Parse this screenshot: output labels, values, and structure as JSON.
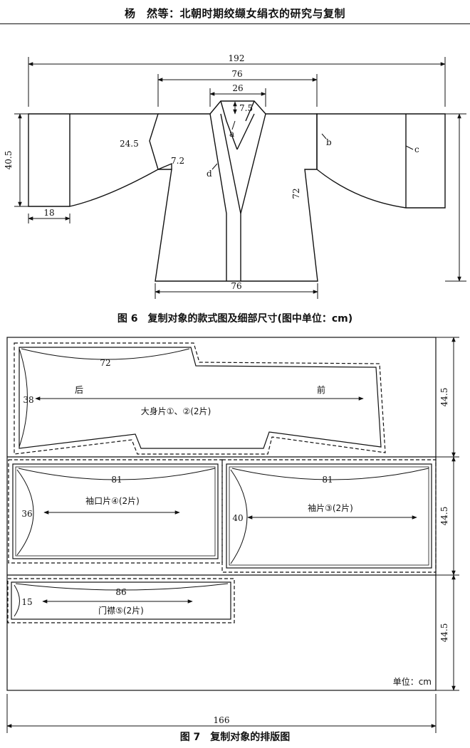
{
  "header": {
    "title": "杨　然等：北朝时期绞缬女绢衣的研究与复制"
  },
  "figure6": {
    "caption": "图 6　复制对象的款式图及细部尺寸(图中单位：cm)",
    "dims": {
      "total_width": "192",
      "body_width_top": "76",
      "neck_width": "26",
      "neck_depth": "7.5",
      "sleeve_length": "40.5",
      "cuff_width": "18",
      "armhole": "24.5",
      "underarm": "7.2",
      "body_length": "72",
      "hem_width": "76"
    },
    "labels": {
      "a": "a",
      "b": "b",
      "c": "c",
      "d": "d"
    }
  },
  "figure7": {
    "caption": "图 7　复制对象的排版图",
    "unit": "单位：cm",
    "total_width": "166",
    "row_heights": [
      "44.5",
      "44.5",
      "44.5"
    ],
    "pieces": {
      "body": {
        "length": "72",
        "width": "38",
        "back": "后",
        "front": "前",
        "name": "大身片①、②(2片)"
      },
      "cuff": {
        "length": "81",
        "width": "36",
        "name": "袖口片④(2片)"
      },
      "sleeve": {
        "length": "81",
        "width": "40",
        "name": "袖片③(2片)"
      },
      "placket": {
        "length": "86",
        "width": "15",
        "name": "门襟⑤(2片)"
      }
    }
  }
}
